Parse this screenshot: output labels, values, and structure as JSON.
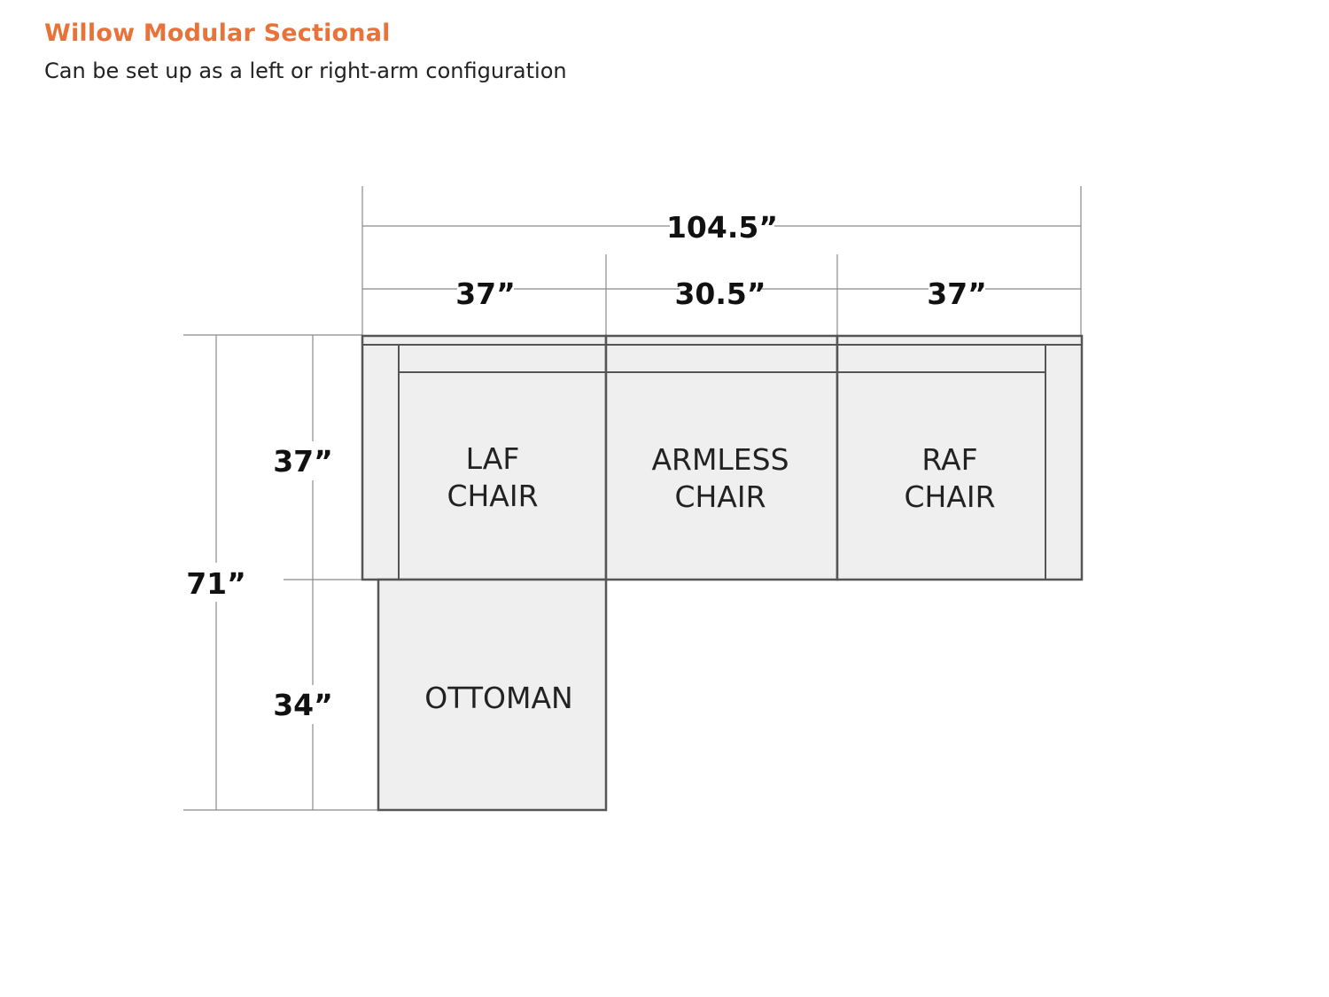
{
  "title": "Willow Modular Sectional",
  "subtitle": "Can be set up as a left or right-arm configuration",
  "dimensions": {
    "total_width": "104.5”",
    "laf_width": "37”",
    "armless_width": "30.5”",
    "raf_width": "37”",
    "total_depth": "71”",
    "chair_depth": "37”",
    "ottoman_depth": "34”"
  },
  "pieces": {
    "laf": {
      "line1": "LAF",
      "line2": "CHAIR"
    },
    "armless": {
      "line1": "ARMLESS",
      "line2": "CHAIR"
    },
    "raf": {
      "line1": "RAF",
      "line2": "CHAIR"
    },
    "ottoman": {
      "line1": "OTTOMAN"
    }
  },
  "colors": {
    "title": "#e8733a",
    "piece_fill": "#efefef",
    "piece_stroke": "#555555"
  }
}
